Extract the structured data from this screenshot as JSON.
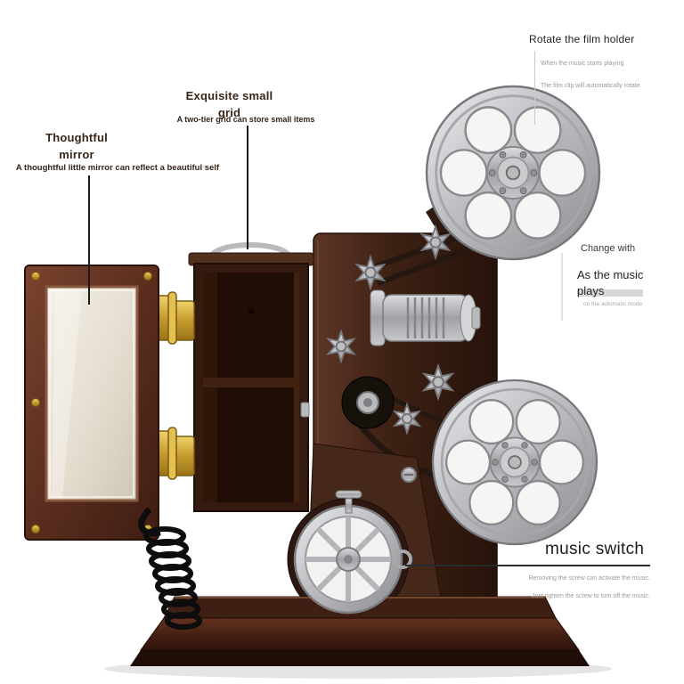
{
  "page": {
    "background": "#ffffff",
    "subject": "vintage film projector music box product diagram"
  },
  "colors": {
    "text_dark": "#1f1f1f",
    "text_brown": "#3a2518",
    "text_muted": "#9a9a9a",
    "leader_dark": "#1a1a1a",
    "leader_light": "#cccccc",
    "wood_brown": "#3c2013",
    "gold": "#c49a2e",
    "silver": "#b9babc"
  },
  "annotations": {
    "mirror": {
      "title": "Thoughtful\nmirror",
      "subtitle": "A thoughtful little mirror can reflect a beautiful self"
    },
    "small_grid": {
      "title": "Exquisite small\ngrid",
      "subtitle": "A two-tier grid can store small items"
    },
    "film_holder": {
      "title": "Rotate the film holder",
      "line1": "When the music starts playing",
      "line2": "The film clip will automatically rotate"
    },
    "music_change": {
      "intro": "Change with",
      "phrase": "As the music plays",
      "note": "on the automatic mode"
    },
    "music_switch": {
      "title": "music switch",
      "line1": "Removing the screw can activate the music.",
      "line2": "Just tighten the screw to turn off the music."
    }
  }
}
